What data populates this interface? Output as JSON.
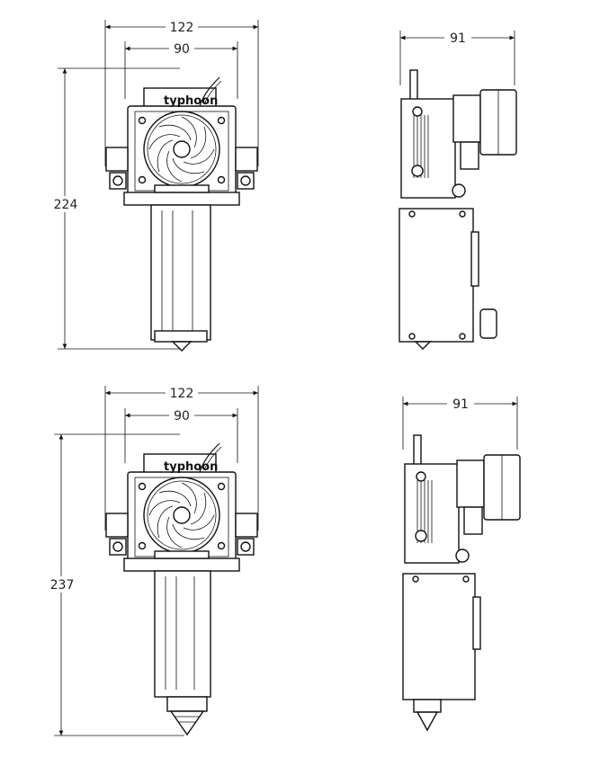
{
  "views": {
    "top_front": {
      "width_outer": "122",
      "width_inner": "90",
      "height": "224"
    },
    "top_side": {
      "depth": "91"
    },
    "bottom_front": {
      "width_outer": "122",
      "width_inner": "90",
      "height": "237"
    },
    "bottom_side": {
      "depth": "91"
    }
  },
  "logo_text": "typhoon",
  "colors": {
    "line": "#111111",
    "background": "#ffffff"
  }
}
